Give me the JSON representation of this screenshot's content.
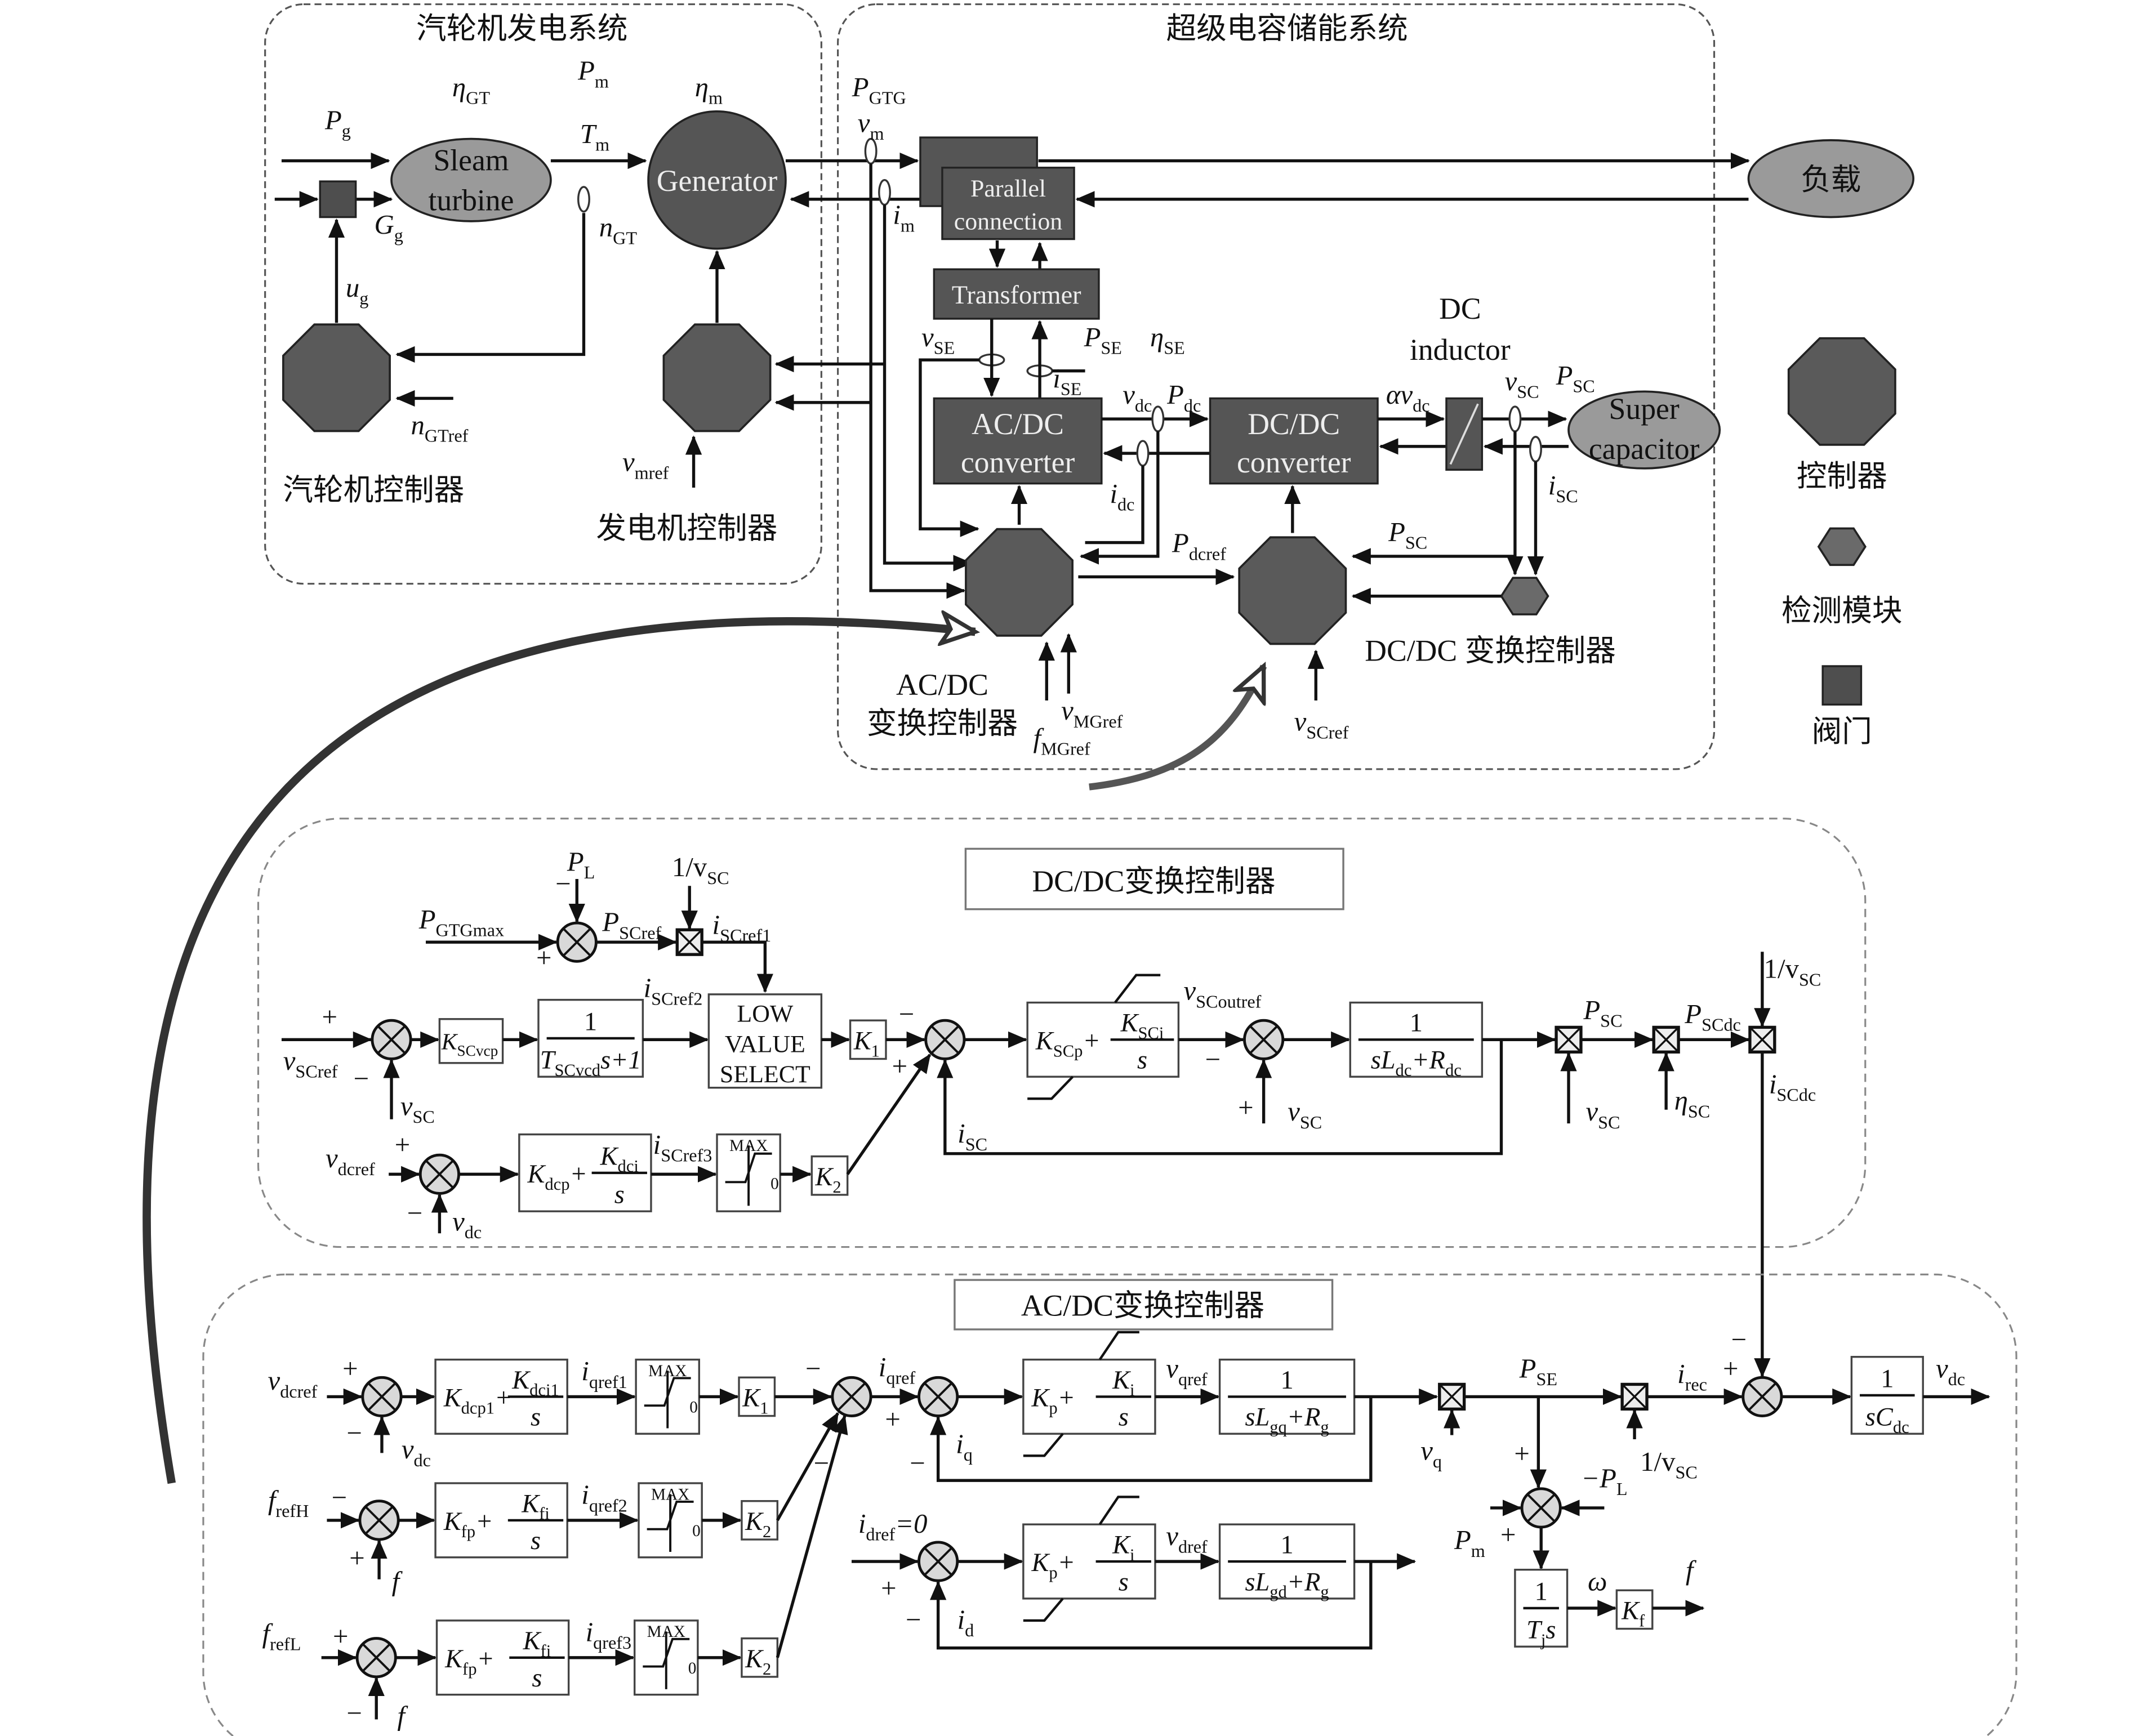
{
  "colors": {
    "controller": "#5a5a5a",
    "detector": "#6a6a6a",
    "valve": "#4e4e4e",
    "ellipse": "#9a9a9a",
    "converter": "#555555",
    "summer": "#d9d9d9"
  },
  "icons": {
    "controller": "octagon-icon",
    "detection": "hexagon-icon",
    "valve": "square-icon",
    "summer": "sum-junction-icon",
    "multiplier": "multiplier-icon"
  },
  "top": {
    "title_tg": [
      "汽轮机发电系统"
    ],
    "title_sc": [
      "超级电容储能系统"
    ],
    "etaGT": [
      "η",
      "GT"
    ],
    "Pm": [
      "P",
      "m"
    ],
    "etam": [
      "η",
      "m"
    ],
    "Pg": [
      "P",
      "g"
    ],
    "Tm": [
      "T",
      "m"
    ],
    "Gg": [
      "G",
      "g"
    ],
    "nGT": [
      "n",
      "GT"
    ],
    "ug": [
      "u",
      "g"
    ],
    "nGTref": [
      "n",
      "GTref"
    ],
    "vmref": [
      "v",
      "mref"
    ],
    "turbine_ctrl": [
      "汽轮机控制器"
    ],
    "gen_ctrl": [
      "发电机控制器"
    ],
    "sleam1": [
      "Sleam"
    ],
    "sleam2": [
      "turbine"
    ],
    "generator": [
      "Generator"
    ],
    "PGTG": [
      "P",
      "GTG"
    ],
    "vm": [
      "v",
      "m"
    ],
    "im": [
      "i",
      "m"
    ],
    "parallel1": [
      "Parallel"
    ],
    "parallel2": [
      "connection"
    ],
    "load": [
      "负载"
    ],
    "transformer": [
      "Transformer"
    ],
    "vSE": [
      "v",
      "SE"
    ],
    "PSE": [
      "P",
      "SE"
    ],
    "etaSE": [
      "η",
      "SE"
    ],
    "iSE": [
      "i",
      "SE"
    ],
    "acdc1": [
      "AC/DC"
    ],
    "acdc2": [
      "converter"
    ],
    "vdc": [
      "v",
      "dc"
    ],
    "Pdc": [
      "P",
      "dc"
    ],
    "dcdc1": [
      "DC/DC"
    ],
    "dcdc2": [
      "converter"
    ],
    "alphavdc": [
      "αv",
      "dc"
    ],
    "dcind1": [
      "DC"
    ],
    "dcind2": [
      "inductor"
    ],
    "vSC": [
      "v",
      "SC"
    ],
    "PSC": [
      "P",
      "SC"
    ],
    "super1": [
      "Super"
    ],
    "super2": [
      "capacitor"
    ],
    "iSC": [
      "i",
      "SC"
    ],
    "idc": [
      "i",
      "dc"
    ],
    "Pdcref": [
      "P",
      "dcref"
    ],
    "PSC2": [
      "P",
      "SC"
    ],
    "acdc_ctrl1": [
      "AC/DC"
    ],
    "acdc_ctrl2": [
      "变换控制器"
    ],
    "fMGref": [
      "f",
      "MGref"
    ],
    "vMGref": [
      "v",
      "MGref"
    ],
    "vSCref": [
      "v",
      "SCref"
    ],
    "dcdc_ctrl": [
      "DC/DC 变换控制器"
    ]
  },
  "legend": {
    "controller": [
      "控制器"
    ],
    "detection": [
      "检测模块"
    ],
    "valve": [
      "阀门"
    ]
  },
  "dcdc": {
    "title": [
      "DC/DC变换控制器"
    ],
    "plus": [
      "+"
    ],
    "minus": [
      "−"
    ],
    "PL": [
      "P",
      "L"
    ],
    "vsc_inv": [
      "1/v",
      "SC"
    ],
    "PGTGmax": [
      "P",
      "GTGmax"
    ],
    "PSCref": [
      "P",
      "SCref"
    ],
    "iSCref1": [
      "i",
      "SCref1"
    ],
    "iSCref2": [
      "i",
      "SCref2"
    ],
    "iSCref3": [
      "i",
      "SCref3"
    ],
    "vSCref": [
      "v",
      "SCref"
    ],
    "vSC": [
      "v",
      "SC"
    ],
    "KSCvcp": [
      "K",
      "SCvcp"
    ],
    "tf_num": [
      "1"
    ],
    "tf_den": [
      "T",
      "SCvcd",
      "s+1"
    ],
    "lvs1": [
      "LOW"
    ],
    "lvs2": [
      "VALUE"
    ],
    "lvs3": [
      "SELECT"
    ],
    "K1": [
      "K",
      "1"
    ],
    "K2": [
      "K",
      "2"
    ],
    "pi_a": [
      "K",
      "SCp",
      "+"
    ],
    "pi_n": [
      "K",
      "SCi"
    ],
    "pi_d": [
      "s"
    ],
    "vSCoutref": [
      "v",
      "SCoutref"
    ],
    "plant_num": [
      "1"
    ],
    "plant_den": [
      "sL",
      "dc",
      "+R",
      "dc"
    ],
    "PSC": [
      "P",
      "SC"
    ],
    "PSCdc": [
      "P",
      "SCdc"
    ],
    "etaSC": [
      "η",
      "SC"
    ],
    "iSCdc": [
      "i",
      "SCdc"
    ],
    "iSC": [
      "i",
      "SC"
    ],
    "vdcref": [
      "v",
      "dcref"
    ],
    "vdc": [
      "v",
      "dc"
    ],
    "pidc_a": [
      "K",
      "dcp",
      "+"
    ],
    "pidc_n": [
      "K",
      "dci"
    ],
    "pidc_d": [
      "s"
    ],
    "max": [
      "MAX"
    ],
    "zero": [
      "0"
    ]
  },
  "acdc": {
    "title": [
      "AC/DC变换控制器"
    ],
    "plus": [
      "+"
    ],
    "minus": [
      "−"
    ],
    "vdcref": [
      "v",
      "dcref"
    ],
    "vdc": [
      "v",
      "dc"
    ],
    "pi1_a": [
      "K",
      "dcp1",
      "+"
    ],
    "pi1_n": [
      "K",
      "dci1"
    ],
    "pi1_d": [
      "s"
    ],
    "iqref1": [
      "i",
      "qref1"
    ],
    "iqref2": [
      "i",
      "qref2"
    ],
    "iqref3": [
      "i",
      "qref3"
    ],
    "max": [
      "MAX"
    ],
    "zero": [
      "0"
    ],
    "K1": [
      "K",
      "1"
    ],
    "K2": [
      "K",
      "2"
    ],
    "frefH": [
      "f",
      "refH"
    ],
    "frefL": [
      "f",
      "refL"
    ],
    "f": [
      "f"
    ],
    "pif_a": [
      "K",
      "fp",
      "+"
    ],
    "pif_n": [
      "K",
      "fi"
    ],
    "pif_d": [
      "s"
    ],
    "iqref": [
      "i",
      "qref"
    ],
    "iq": [
      "i",
      "q"
    ],
    "pic_a": [
      "K",
      "p",
      "+"
    ],
    "pic_n": [
      "K",
      "i"
    ],
    "pic_d": [
      "s"
    ],
    "vqref": [
      "v",
      "qref"
    ],
    "one": [
      "1"
    ],
    "gq_den": [
      "sL",
      "gq",
      "+R",
      "g"
    ],
    "vq": [
      "v",
      "q"
    ],
    "PSE": [
      "P",
      "SE"
    ],
    "vsc_inv": [
      "1/v",
      "SC"
    ],
    "irec": [
      "i",
      "rec"
    ],
    "cdc_den": [
      "sC",
      "dc"
    ],
    "vdc_out": [
      "v",
      "dc"
    ],
    "idref": [
      "i",
      "dref",
      "=0"
    ],
    "id": [
      "i",
      "d"
    ],
    "vdref": [
      "v",
      "dref"
    ],
    "gd_den": [
      "sL",
      "gd",
      "+R",
      "g"
    ],
    "mPL": [
      "−P",
      "L"
    ],
    "Pm": [
      "P",
      "m"
    ],
    "tj_den": [
      "T",
      "j",
      "s"
    ],
    "omega": [
      "ω"
    ],
    "Kf": [
      "K",
      "f"
    ],
    "f_out": [
      "f"
    ]
  }
}
